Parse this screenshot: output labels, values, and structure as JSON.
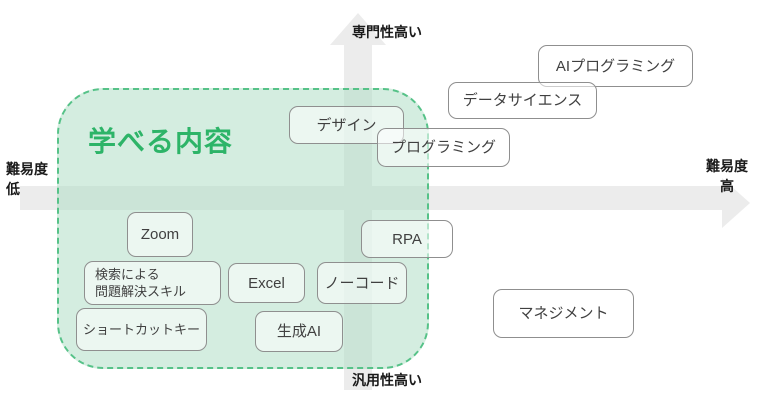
{
  "axes": {
    "vertical_top_label": "専門性高い",
    "vertical_bottom_label": "汎用性高い",
    "left_label": "難易度\n低",
    "right_label": "難易度\n高",
    "axis_color": "#ececec"
  },
  "region": {
    "title": "学べる内容",
    "fill_color": "#d6eee1",
    "border_color": "#56c288",
    "title_color": "#2db468"
  },
  "items": [
    {
      "id": "design",
      "label": "デザイン"
    },
    {
      "id": "programming",
      "label": "プログラミング"
    },
    {
      "id": "ai-programming",
      "label": "AIプログラミング"
    },
    {
      "id": "data-science",
      "label": "データサイエンス"
    },
    {
      "id": "zoom",
      "label": "Zoom"
    },
    {
      "id": "search-skill",
      "label": "検索による\n問題解決スキル"
    },
    {
      "id": "shortcut-key",
      "label": "ショートカットキー"
    },
    {
      "id": "excel",
      "label": "Excel"
    },
    {
      "id": "no-code",
      "label": "ノーコード"
    },
    {
      "id": "rpa",
      "label": "RPA"
    },
    {
      "id": "gen-ai",
      "label": "生成AI"
    },
    {
      "id": "management",
      "label": "マネジメント"
    }
  ]
}
